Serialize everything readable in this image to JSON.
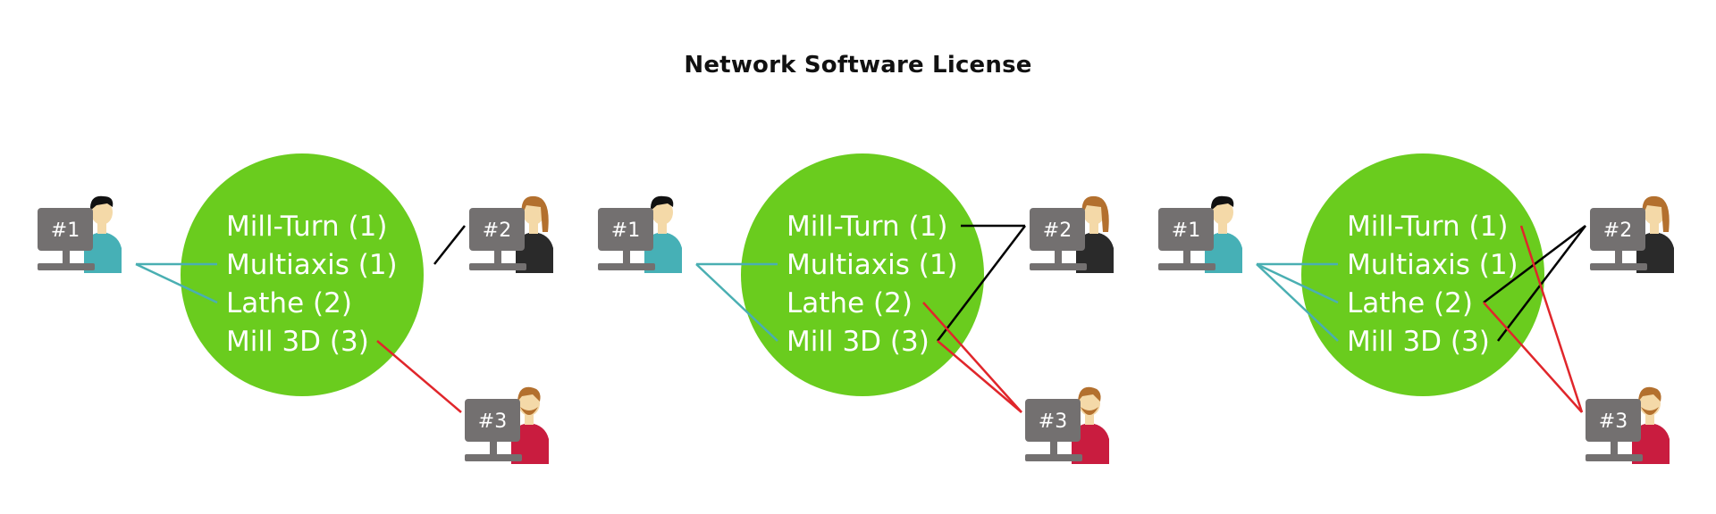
{
  "title": "Network Software License",
  "colors": {
    "license_pool": "#6acc1e",
    "monitor": "#737070",
    "link_user1": "#4aafb2",
    "link_user2": "#000000",
    "link_user3": "#e0262b",
    "user1_shirt": "#46b0b6",
    "user2_shirt": "#2a2a2a",
    "user3_shirt": "#c91c3f",
    "skin": "#f4d9a8",
    "hair_dark": "#111111",
    "hair_brown": "#b3702e"
  },
  "modules": [
    "Mill-Turn (1)",
    "Multiaxis (1)",
    "Lathe (2)",
    "Mill 3D (3)"
  ],
  "workstation_labels": [
    "#1",
    "#2",
    "#3"
  ],
  "scenarios": [
    {
      "connections": [
        {
          "user": "#1",
          "module": "Multiaxis (1)"
        },
        {
          "user": "#1",
          "module": "Lathe (2)"
        },
        {
          "user": "#2",
          "module": "Multiaxis (1)"
        },
        {
          "user": "#3",
          "module": "Mill 3D (3)"
        }
      ]
    },
    {
      "connections": [
        {
          "user": "#1",
          "module": "Multiaxis (1)"
        },
        {
          "user": "#1",
          "module": "Mill 3D (3)"
        },
        {
          "user": "#2",
          "module": "Mill-Turn (1)"
        },
        {
          "user": "#2",
          "module": "Mill 3D (3)"
        },
        {
          "user": "#3",
          "module": "Lathe (2)"
        },
        {
          "user": "#3",
          "module": "Mill 3D (3)"
        }
      ]
    },
    {
      "connections": [
        {
          "user": "#1",
          "module": "Multiaxis (1)"
        },
        {
          "user": "#1",
          "module": "Lathe (2)"
        },
        {
          "user": "#1",
          "module": "Mill 3D (3)"
        },
        {
          "user": "#2",
          "module": "Lathe (2)"
        },
        {
          "user": "#2",
          "module": "Mill 3D (3)"
        },
        {
          "user": "#3",
          "module": "Mill-Turn (1)"
        },
        {
          "user": "#3",
          "module": "Lathe (2)"
        }
      ]
    }
  ]
}
